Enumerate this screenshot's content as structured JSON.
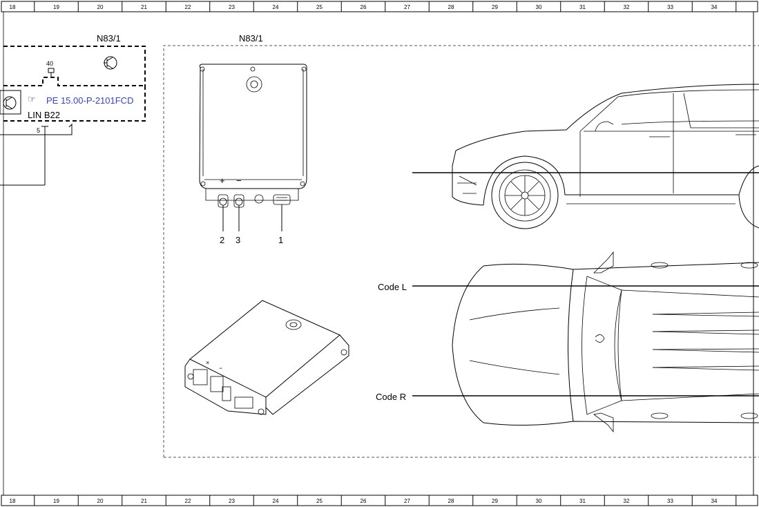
{
  "ruler": {
    "columns": [
      "18",
      "19",
      "20",
      "21",
      "22",
      "23",
      "24",
      "25",
      "26",
      "27",
      "28",
      "29",
      "30",
      "31",
      "32",
      "33",
      "34"
    ]
  },
  "schematic": {
    "component_label": "N83/1",
    "pin_top": "40",
    "pin_bottom": "5",
    "reference_link": "PE 15.00-P-2101FCD",
    "bus_label": "LIN B22",
    "hand_icon": "pointing-hand-icon"
  },
  "component_view": {
    "title": "N83/1",
    "plus_sign": "+",
    "minus_sign": "−",
    "connectors": [
      "2",
      "3",
      "1"
    ]
  },
  "vehicle_view": {
    "code_left": "Code L",
    "code_right": "Code R"
  }
}
